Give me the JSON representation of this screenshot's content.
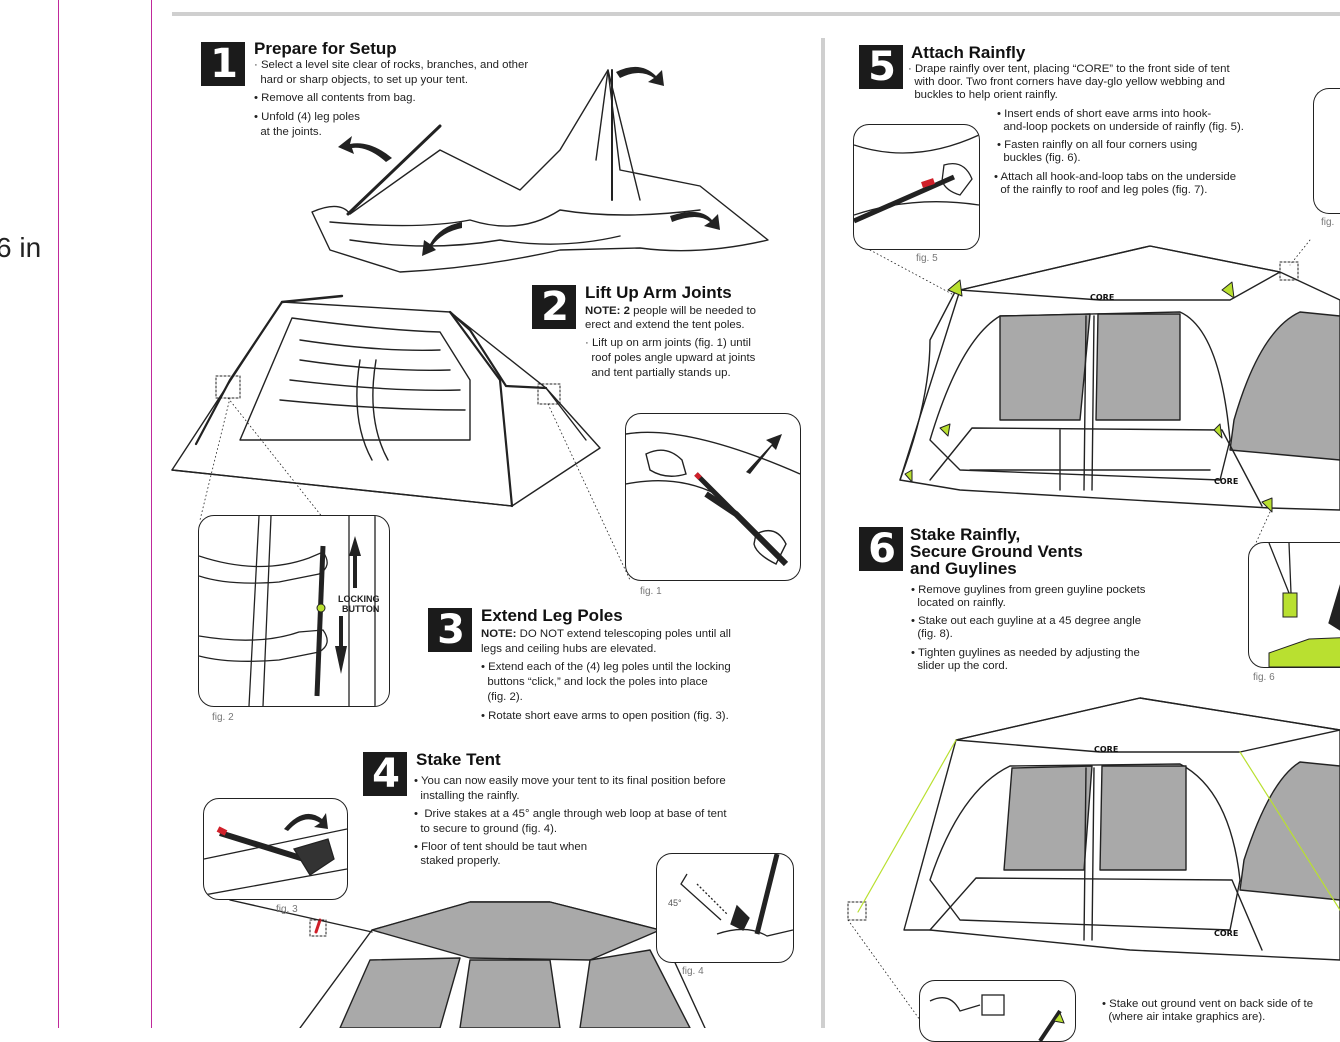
{
  "ruler": {
    "label": "6 in"
  },
  "steps": [
    {
      "number": "1",
      "title": "Prepare for Setup",
      "lines": [
        "· Select a level site clear of rocks, branches, and other",
        "  hard or sharp objects, to set up your tent.",
        "• Remove all contents from bag.",
        "• Unfold (4) leg poles",
        "  at the joints."
      ]
    },
    {
      "number": "2",
      "title": "Lift Up Arm Joints",
      "note_label": "NOTE: 2",
      "note_rest": " people will be needed to",
      "lines": [
        "erect and extend the tent poles.",
        "· Lift up on arm joints (fig. 1) until",
        "  roof poles angle upward at joints",
        "  and tent partially stands up."
      ]
    },
    {
      "number": "3",
      "title": "Extend Leg Poles",
      "note_label": "NOTE:",
      "note_rest": " DO NOT extend telescoping poles until all",
      "lines": [
        "legs and ceiling hubs are elevated.",
        "• Extend each of the (4) leg poles until the locking",
        "  buttons “click,” and lock the poles into place",
        "  (fig. 2).",
        "• Rotate short eave arms to open position (fig. 3)."
      ]
    },
    {
      "number": "4",
      "title": "Stake Tent",
      "lines": [
        "• You can now easily move your tent to its final position before",
        "  installing the rainfly.",
        "•  Drive stakes at a 45° angle through web loop at base of tent",
        "  to secure to ground (fig. 4).",
        "• Floor of tent should be taut when",
        "  staked properly."
      ]
    },
    {
      "number": "5",
      "title": "Attach Rainfly",
      "lines": [
        "· Drape rainfly over tent, placing “CORE” to the front side of tent",
        "  with door. Two front corners have day-glo yellow webbing and",
        "  buckles to help orient rainfly."
      ],
      "lines_b": [
        "• Insert ends of short eave arms into hook-",
        "  and-loop pockets on underside of rainfly (fig. 5).",
        "• Fasten rainfly on all four corners using",
        "  buckles (fig. 6).",
        "• Attach all hook-and-loop tabs on the underside",
        "  of the rainfly to roof and leg poles (fig. 7)."
      ]
    },
    {
      "number": "6",
      "title_lines": [
        "Stake Rainfly,",
        "Secure Ground Vents",
        "and Guylines"
      ],
      "lines": [
        "• Remove guylines from green guyline pockets",
        "  located on rainfly.",
        "• Stake out each guyline at a 45 degree angle",
        "  (fig. 8).",
        "• Tighten guylines as needed by adjusting the",
        "  slider up the cord."
      ],
      "lines_b": [
        "• Stake out ground vent on back side of te",
        "  (where air intake graphics are)."
      ]
    }
  ],
  "figures": {
    "fig1": "fig. 1",
    "fig2": "fig. 2",
    "fig3": "fig. 3",
    "fig4": "fig. 4",
    "fig5": "fig. 5",
    "fig6": "fig. 6",
    "fig7": "fig."
  },
  "callout_labels": {
    "locking": "LOCKING",
    "button": "BUTTON",
    "angle": "45°"
  },
  "brand": "CORE",
  "colors": {
    "guide": "#c0299b",
    "accent_red": "#d0202a",
    "dayglo": "#b9e030",
    "window": "#a9a9a9"
  }
}
